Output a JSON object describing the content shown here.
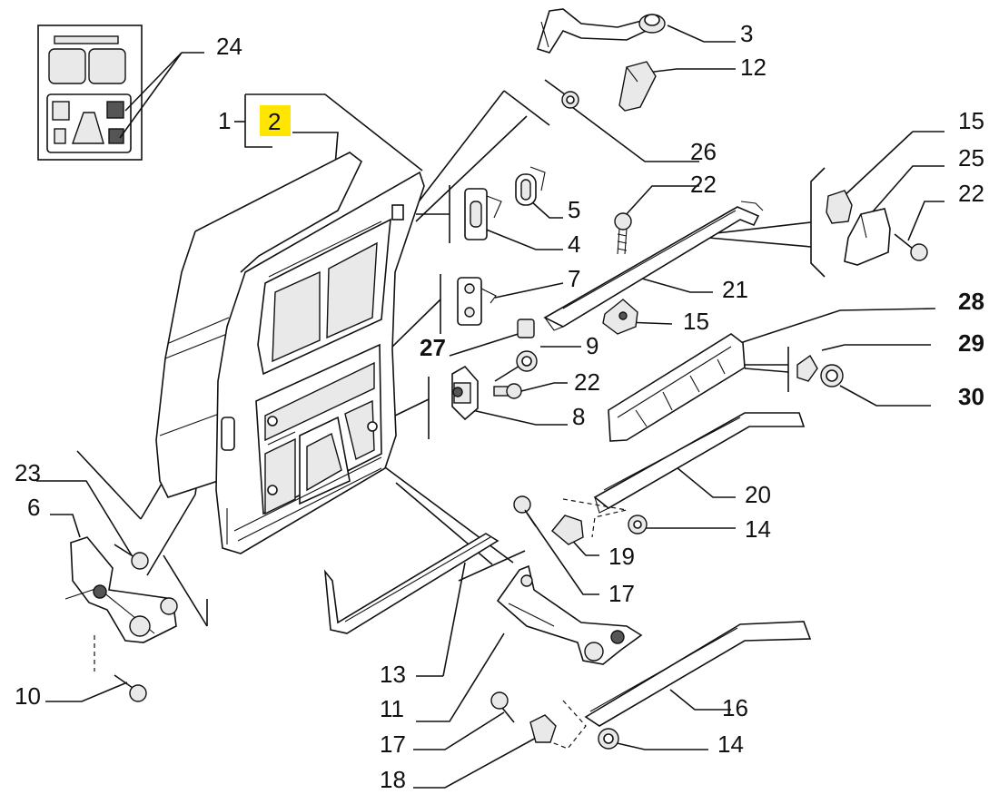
{
  "callouts": [
    {
      "id": "c1",
      "label": "1"
    },
    {
      "id": "c2",
      "label": "2",
      "highlight": true
    },
    {
      "id": "c3",
      "label": "3"
    },
    {
      "id": "c4",
      "label": "4"
    },
    {
      "id": "c5",
      "label": "5"
    },
    {
      "id": "c6",
      "label": "6"
    },
    {
      "id": "c7",
      "label": "7"
    },
    {
      "id": "c8",
      "label": "8"
    },
    {
      "id": "c9",
      "label": "9"
    },
    {
      "id": "c10",
      "label": "10"
    },
    {
      "id": "c11",
      "label": "11"
    },
    {
      "id": "c12",
      "label": "12"
    },
    {
      "id": "c13",
      "label": "13"
    },
    {
      "id": "c14a",
      "label": "14"
    },
    {
      "id": "c14b",
      "label": "14"
    },
    {
      "id": "c15a",
      "label": "15"
    },
    {
      "id": "c15b",
      "label": "15"
    },
    {
      "id": "c16",
      "label": "16"
    },
    {
      "id": "c17a",
      "label": "17"
    },
    {
      "id": "c17b",
      "label": "17"
    },
    {
      "id": "c18",
      "label": "18"
    },
    {
      "id": "c19",
      "label": "19"
    },
    {
      "id": "c20",
      "label": "20"
    },
    {
      "id": "c21",
      "label": "21"
    },
    {
      "id": "c22a",
      "label": "22"
    },
    {
      "id": "c22b",
      "label": "22"
    },
    {
      "id": "c22c",
      "label": "22"
    },
    {
      "id": "c23",
      "label": "23"
    },
    {
      "id": "c24",
      "label": "24"
    },
    {
      "id": "c25",
      "label": "25"
    },
    {
      "id": "c26",
      "label": "26"
    },
    {
      "id": "c27",
      "label": "27",
      "bold": true
    },
    {
      "id": "c28",
      "label": "28",
      "bold": true
    },
    {
      "id": "c29",
      "label": "29",
      "bold": true
    },
    {
      "id": "c30",
      "label": "30",
      "bold": true
    }
  ],
  "colors": {
    "highlight": "#ffe600",
    "ink": "#111111",
    "background": "#ffffff"
  }
}
